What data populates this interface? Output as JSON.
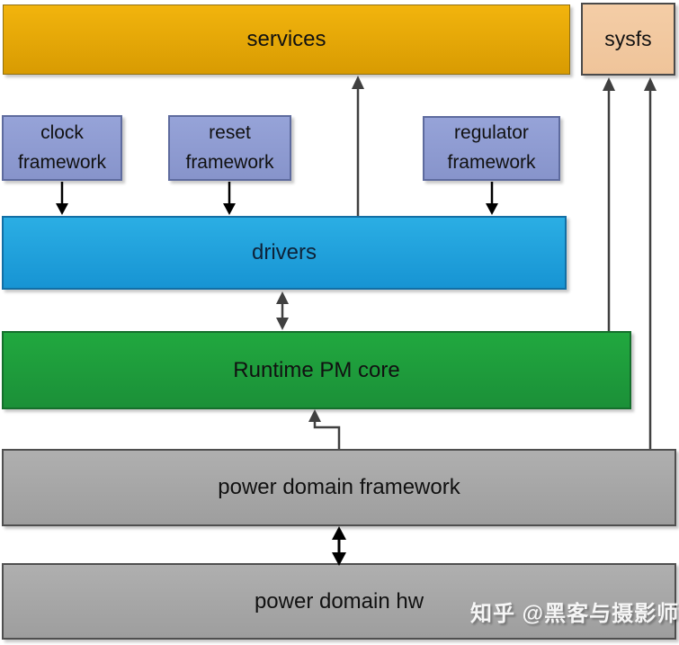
{
  "boxes": {
    "services": {
      "label": "services",
      "fill_top": "#F2B40D",
      "fill_bottom": "#D89B02"
    },
    "sysfs": {
      "label": "sysfs",
      "fill": "#F2C9A0"
    },
    "clock_framework": {
      "label": "clock framework",
      "fill": "#8F9CD1"
    },
    "reset_framework": {
      "label": "reset framework",
      "fill": "#8F9CD1"
    },
    "regulator_framework": {
      "label": "regulator framework",
      "fill": "#8F9CD1"
    },
    "drivers": {
      "label": "drivers",
      "fill_top": "#2BAEE4",
      "fill_bottom": "#1794D3"
    },
    "runtime_pm_core": {
      "label": "Runtime PM core",
      "fill_top": "#21A83F",
      "fill_bottom": "#1B9038"
    },
    "power_domain_framework": {
      "label": "power domain framework",
      "fill": "#A8A8A8"
    },
    "power_domain_hw": {
      "label": "power domain hw",
      "fill": "#A8A8A8"
    }
  },
  "connections": [
    {
      "from": "clock_framework",
      "to": "drivers",
      "type": "single-arrow-down",
      "color": "#000000"
    },
    {
      "from": "reset_framework",
      "to": "drivers",
      "type": "single-arrow-down",
      "color": "#000000"
    },
    {
      "from": "regulator_framework",
      "to": "drivers",
      "type": "single-arrow-down",
      "color": "#000000"
    },
    {
      "from": "drivers",
      "to": "services",
      "type": "single-arrow-up",
      "color": "#404040"
    },
    {
      "from": "runtime_pm_core",
      "to": "sysfs",
      "type": "single-arrow-up",
      "color": "#404040"
    },
    {
      "from": "power_domain_framework",
      "to": "sysfs",
      "type": "single-arrow-up",
      "color": "#404040"
    },
    {
      "from": "drivers",
      "to": "runtime_pm_core",
      "type": "double-arrow",
      "color": "#404040"
    },
    {
      "from": "power_domain_framework",
      "to": "runtime_pm_core",
      "type": "elbow-arrow-up",
      "color": "#404040"
    },
    {
      "from": "power_domain_framework",
      "to": "power_domain_hw",
      "type": "double-arrow",
      "color": "#000000"
    }
  ],
  "watermark": {
    "text": "知乎 @黑客与摄影师"
  }
}
